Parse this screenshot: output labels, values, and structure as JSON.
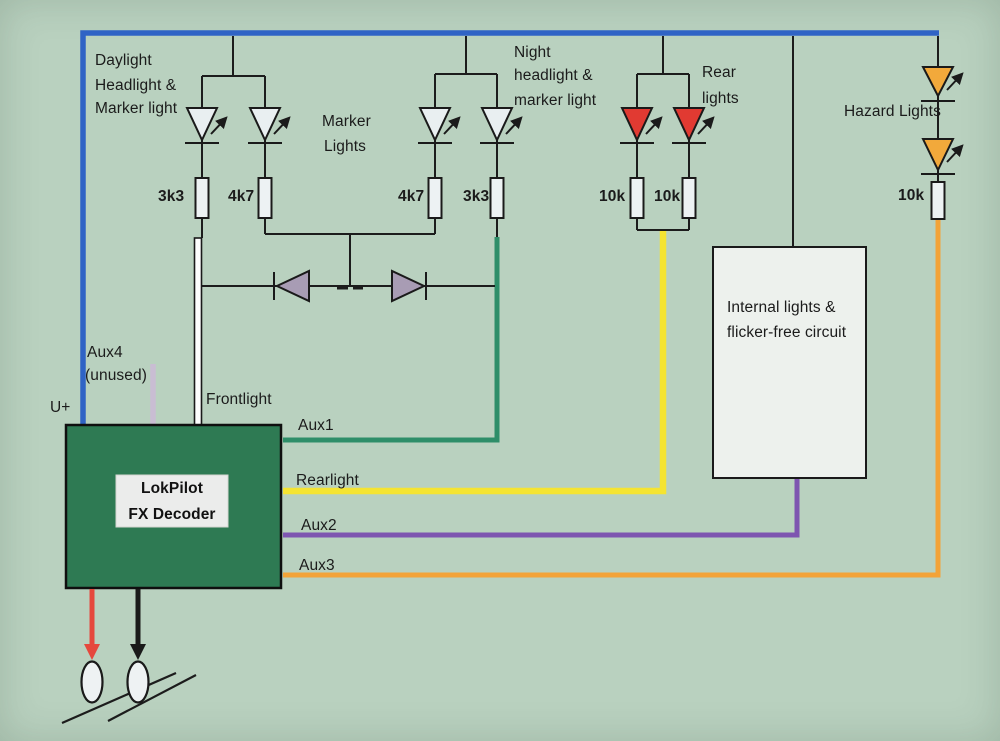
{
  "labels": {
    "daylight": [
      "Daylight",
      "Headlight &",
      "Marker light"
    ],
    "marker": [
      "Marker",
      "Lights"
    ],
    "night": [
      "Night",
      "headlight &",
      "marker light"
    ],
    "rear": [
      "Rear",
      "lights"
    ],
    "hazard": "Hazard Lights",
    "internal_box": [
      "Internal lights &",
      "flicker-free circuit"
    ],
    "decoder": [
      "LokPilot",
      "FX Decoder"
    ],
    "u_plus": "U+",
    "aux4": "Aux4",
    "aux4_note": "(unused)",
    "frontlight": "Frontlight",
    "aux1": "Aux1",
    "rearlight": "Rearlight",
    "aux2": "Aux2",
    "aux3": "Aux3"
  },
  "resistors": {
    "daylight_left": "3k3",
    "daylight_right": "4k7",
    "night_left": "4k7",
    "night_right": "3k3",
    "rear_left": "10k",
    "rear_right": "10k",
    "hazard": "10k"
  },
  "colors": {
    "background": "#b9d1bf",
    "bus_blue": "#2f63c5",
    "aux1_green": "#2e8e69",
    "rearlight_yellow": "#f5e431",
    "aux2_purple": "#7e55b0",
    "aux3_orange": "#f3a338",
    "aux4_lavender": "#c9bdd3",
    "track_red": "#e5483d",
    "wire_black": "#1c1c1c",
    "decoder_green": "#2e7a53",
    "led_white": "#e9eff1",
    "led_red": "#e13a32",
    "led_amber": "#f2a93b",
    "diode_gray": "#a89cb4",
    "component_white": "#edf2f3",
    "internal_box_fill": "#edf1ed"
  }
}
